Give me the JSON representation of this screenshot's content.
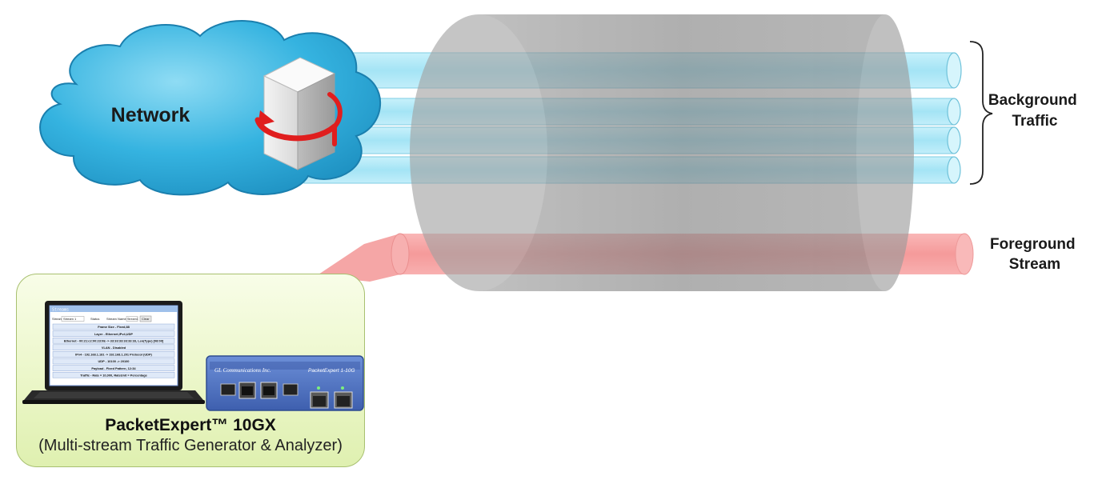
{
  "network_label": "Network",
  "background_label": [
    "Background",
    "Traffic"
  ],
  "foreground_label": [
    "Foreground",
    "Stream"
  ],
  "product": {
    "title": "PacketExpert™ 10GX",
    "subtitle": "(Multi-stream Traffic Generator & Analyzer)"
  },
  "laptop_screen": {
    "window_title": "Streams",
    "stream_field_label": "Stream",
    "stream_field_value": "Stream 1",
    "status_label": "Status",
    "stream_name_label": "Stream Name",
    "stream_name_value": "Stream1",
    "button": "Clear",
    "rows": [
      "Frame Size - Fixed,88",
      "Layer - Ethernet,IPv4,UDP",
      "Ethernet - 00:21:c2:00:23:0E -> 33:33:33:33:33:33, Len(Type) [08:00]",
      "VLAN - Disabled",
      "IPv4 - 192.168.1.181 -> 192.168.1.201 Protocol (UDP)",
      "UDP - 10100 -> 20100",
      "Payload - Fixed Pattern, 12:34",
      "Traffic - Rate = 10,000, RateUnit = Percentage"
    ]
  },
  "device": {
    "brand": "GL Communications Inc.",
    "model": "PacketExpert 1-10G"
  },
  "colors": {
    "cloud": "#2aa7d6",
    "pipe_bg": "#a8e6f6",
    "pipe_fg": "#f7a3a3",
    "tunnel": "#8a8a8a",
    "panel": "#ecf7c8",
    "device": "#4f72c0"
  }
}
